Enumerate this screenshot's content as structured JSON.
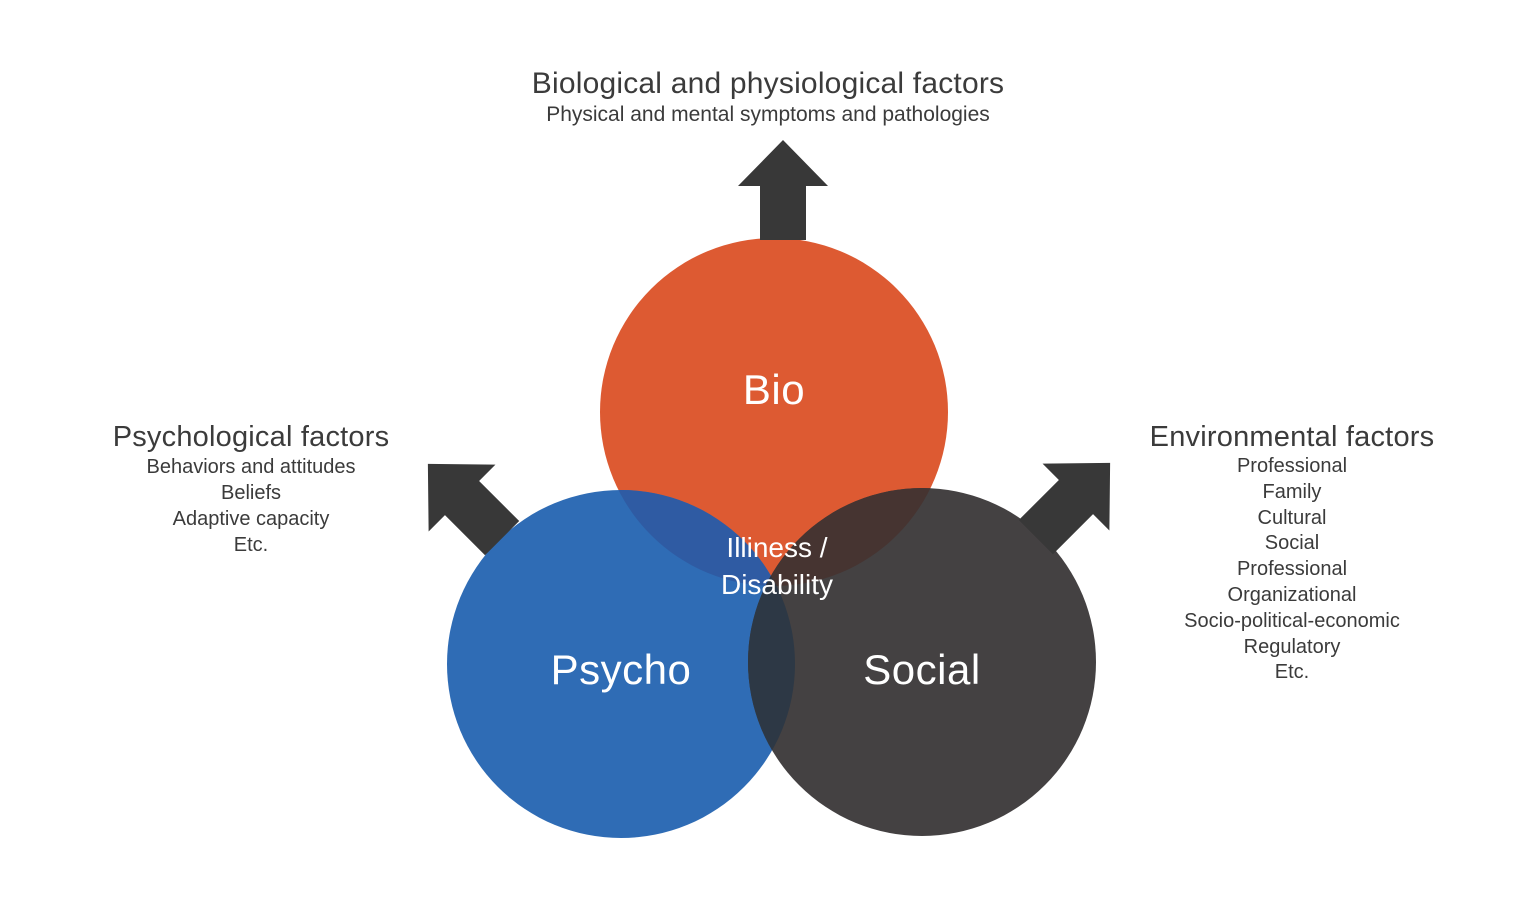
{
  "diagram": {
    "top": {
      "heading": "Biological and physiological factors",
      "subheading": "Physical and mental symptoms and pathologies"
    },
    "left_factors": {
      "heading": "Psychological factors",
      "items": [
        "Behaviors and attitudes",
        "Beliefs",
        "Adaptive capacity",
        "Etc."
      ]
    },
    "right_factors": {
      "heading": "Environmental factors",
      "items": [
        "Professional",
        "Family",
        "Cultural",
        "Social",
        "Professional",
        "Organizational",
        "Socio-political-economic",
        "Regulatory",
        "Etc."
      ]
    },
    "circles": {
      "bio": {
        "label": "Bio",
        "color": "#DD5A32"
      },
      "psycho": {
        "label": "Psycho",
        "color": "#2F6CB5"
      },
      "social": {
        "label": "Social",
        "color": "#444142"
      }
    },
    "overlaps": {
      "bio_psycho": "#2F5BA3",
      "bio_social": "#463431",
      "psycho_social": "#2D3845",
      "center": "#2A333F"
    },
    "center_label": {
      "line1": "Illiness /",
      "line2": "Disability"
    },
    "colors": {
      "arrow": "#383838",
      "text": "#3B3B3B"
    }
  }
}
